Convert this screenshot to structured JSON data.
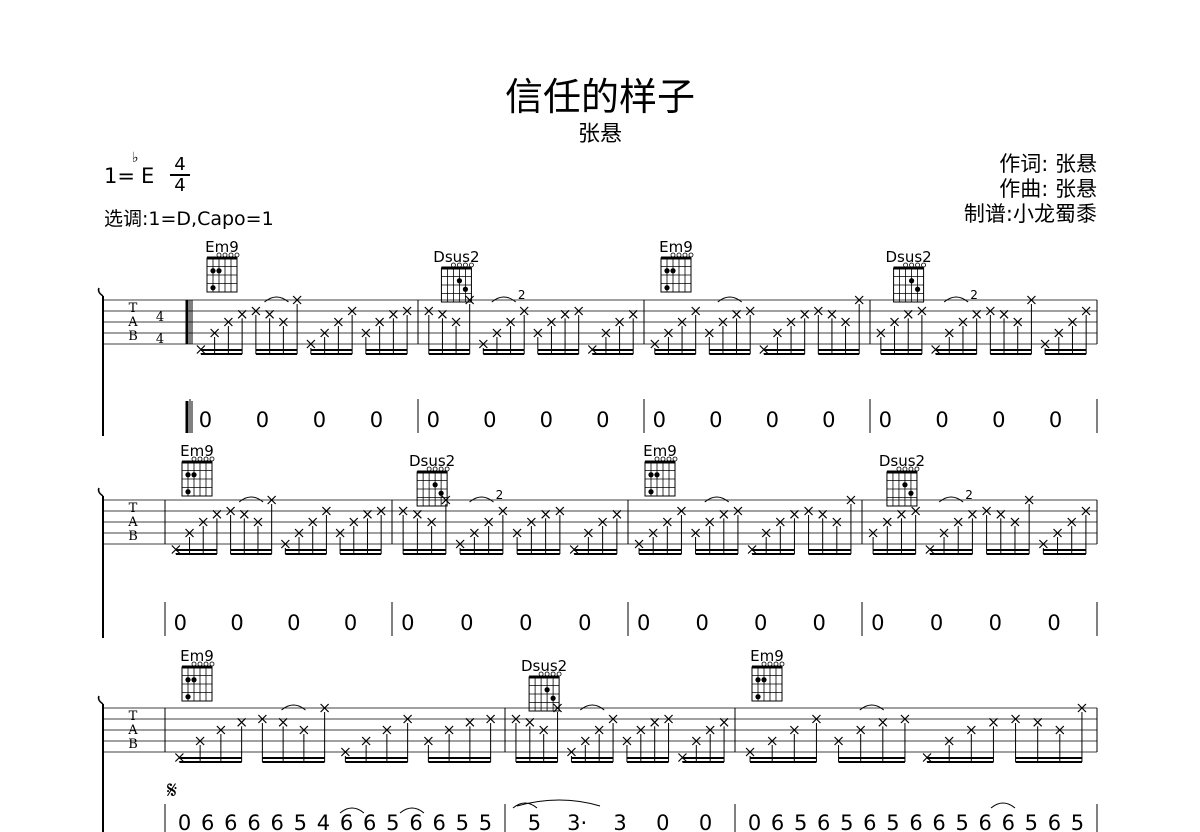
{
  "song": {
    "title": "信任的样子",
    "artist": "张悬"
  },
  "key": {
    "prefix": "1=",
    "flat": "♭",
    "note": "E",
    "time_top": "4",
    "time_bottom": "4",
    "tuning": "选调:1=D,Capo=1"
  },
  "credits": {
    "lyricist": "作词:  张悬",
    "composer": "作曲:  张悬",
    "transcriber": "制谱:小龙蜀黍"
  },
  "tab_letters": [
    "T",
    "A",
    "B"
  ],
  "tab_time": [
    "4",
    "4"
  ],
  "segno": "𝄋",
  "chord_names": [
    "Em9",
    "Dsus2"
  ],
  "tie_number": "2",
  "systems": [
    {
      "chords": [
        {
          "name": "Em9",
          "measure": 0
        },
        {
          "name": "Dsus2",
          "measure": 1
        },
        {
          "name": "Em9",
          "measure": 2
        },
        {
          "name": "Dsus2",
          "measure": 3
        }
      ],
      "measures": [
        [
          "0",
          "0",
          "0",
          "0"
        ],
        [
          "0",
          "0",
          "0",
          "0"
        ],
        [
          "0",
          "0",
          "0",
          "0"
        ],
        [
          "0",
          "0",
          "0",
          "0"
        ]
      ]
    },
    {
      "chords": [
        {
          "name": "Em9",
          "measure": 0
        },
        {
          "name": "Dsus2",
          "measure": 1
        },
        {
          "name": "Em9",
          "measure": 2
        },
        {
          "name": "Dsus2",
          "measure": 3
        }
      ],
      "measures": [
        [
          "0",
          "0",
          "0",
          "0"
        ],
        [
          "0",
          "0",
          "0",
          "0"
        ],
        [
          "0",
          "0",
          "0",
          "0"
        ],
        [
          "0",
          "0",
          "0",
          "0"
        ]
      ]
    },
    {
      "chords": [
        {
          "name": "Em9",
          "measure": 0
        },
        {
          "name": "Dsus2",
          "measure": 1
        },
        {
          "name": "Em9",
          "measure": 2
        }
      ],
      "melody": [
        [
          "0",
          "6",
          "6",
          "6",
          "6",
          "5",
          "4",
          "6",
          "6",
          "5",
          "6",
          "6",
          "5",
          "5"
        ],
        [
          "5",
          "3·",
          "3",
          "0",
          "0"
        ],
        [
          "0",
          "6",
          "5",
          "6",
          "5",
          "6",
          "5",
          "6",
          "6",
          "5",
          "6",
          "6",
          "5",
          "6",
          "5"
        ]
      ]
    }
  ]
}
